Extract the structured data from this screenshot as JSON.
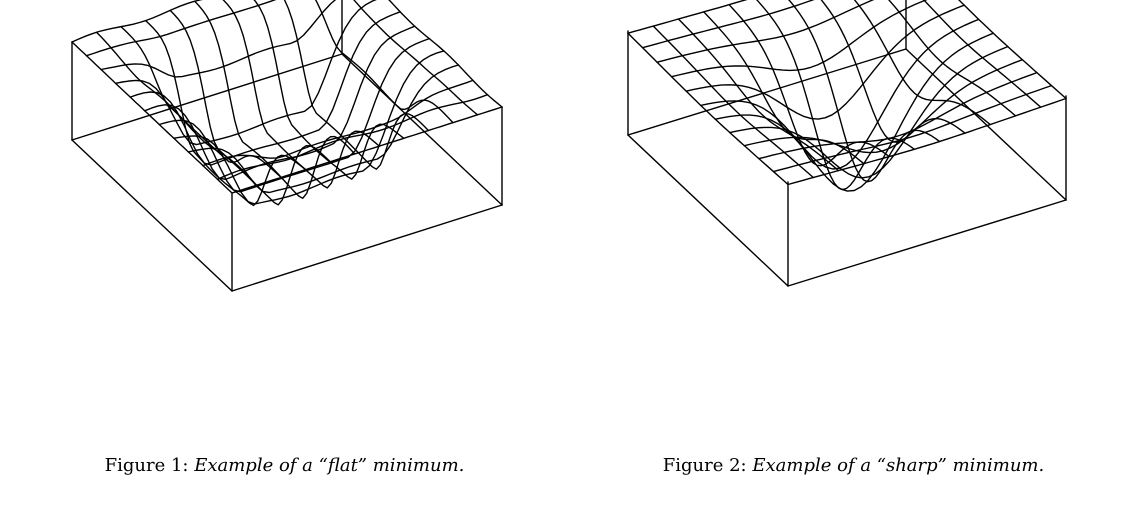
{
  "figures": [
    {
      "label": "Figure 1:",
      "caption": "Example of a “flat” minimum.",
      "minimum_type": "flat"
    },
    {
      "label": "Figure 2:",
      "caption": "Example of a “sharp” minimum.",
      "minimum_type": "sharp"
    }
  ]
}
